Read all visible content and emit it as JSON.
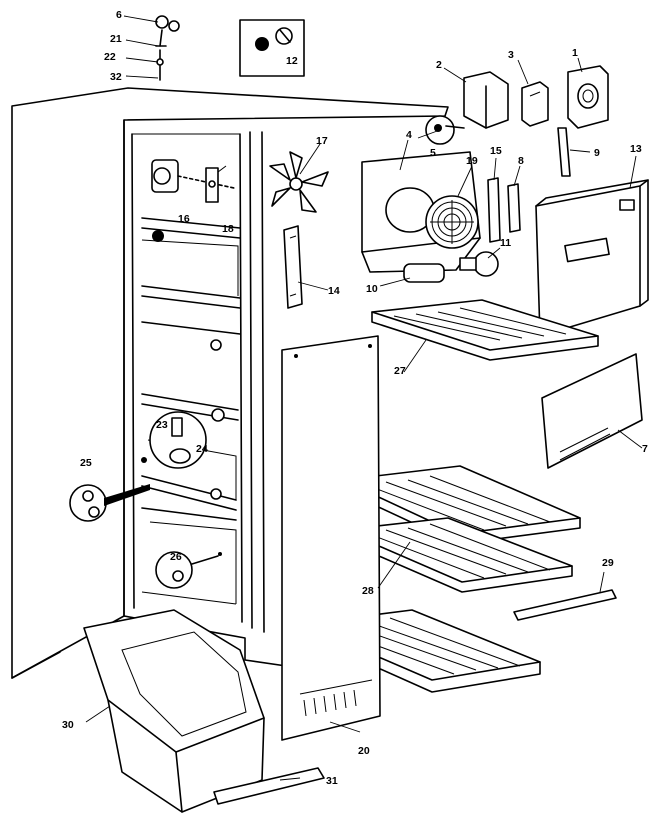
{
  "diagram": {
    "callouts": [
      {
        "id": "c1",
        "text": "1"
      },
      {
        "id": "c2",
        "text": "2"
      },
      {
        "id": "c3",
        "text": "3"
      },
      {
        "id": "c4",
        "text": "4"
      },
      {
        "id": "c5",
        "text": "5"
      },
      {
        "id": "c6",
        "text": "6"
      },
      {
        "id": "c7",
        "text": "7"
      },
      {
        "id": "c8",
        "text": "8"
      },
      {
        "id": "c9",
        "text": "9"
      },
      {
        "id": "c10",
        "text": "10"
      },
      {
        "id": "c11",
        "text": "11"
      },
      {
        "id": "c12",
        "text": "12"
      },
      {
        "id": "c13",
        "text": "13"
      },
      {
        "id": "c14",
        "text": "14"
      },
      {
        "id": "c15",
        "text": "15"
      },
      {
        "id": "c16",
        "text": "16"
      },
      {
        "id": "c17",
        "text": "17"
      },
      {
        "id": "c18",
        "text": "18"
      },
      {
        "id": "c19",
        "text": "19"
      },
      {
        "id": "c20",
        "text": "20"
      },
      {
        "id": "c21",
        "text": "21"
      },
      {
        "id": "c22",
        "text": "22"
      },
      {
        "id": "c23",
        "text": "23"
      },
      {
        "id": "c24",
        "text": "24"
      },
      {
        "id": "c25",
        "text": "25"
      },
      {
        "id": "c26",
        "text": "26"
      },
      {
        "id": "c27",
        "text": "27"
      },
      {
        "id": "c28",
        "text": "28"
      },
      {
        "id": "c29",
        "text": "29"
      },
      {
        "id": "c30",
        "text": "30"
      },
      {
        "id": "c31",
        "text": "31"
      },
      {
        "id": "c32",
        "text": "32"
      }
    ]
  }
}
